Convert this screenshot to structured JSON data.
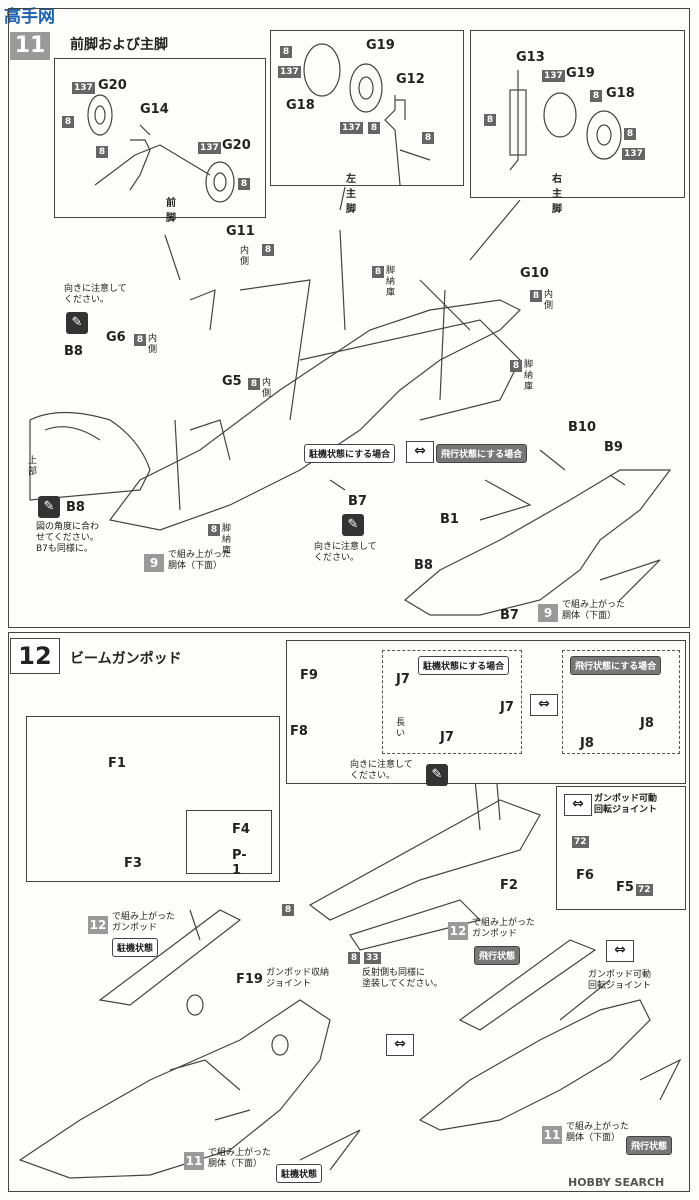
{
  "watermark": {
    "text": "高手网"
  },
  "step11": {
    "number": "11",
    "title": "前脚および主脚",
    "detail_front": {
      "caption": "前脚",
      "parts": [
        "G20",
        "G14",
        "G20"
      ],
      "color_a": "137",
      "color_b": "8"
    },
    "detail_left": {
      "caption": "左主脚",
      "parts": [
        "G19",
        "G12",
        "G18"
      ],
      "color_a": "137",
      "color_b": "8"
    },
    "detail_right": {
      "caption": "右主脚",
      "parts": [
        "G13",
        "G19",
        "G18"
      ],
      "color_a": "137",
      "color_b": "8"
    },
    "labels": {
      "g11": "G11",
      "g11_note": "内側",
      "bay1": "脚納庫",
      "g10": "G10",
      "g10_note": "内側",
      "bay2": "脚納庫",
      "g6": "G6",
      "g6_note": "内側",
      "g5": "G5",
      "g5_note": "内側",
      "b8": "B8",
      "b8b": "B8",
      "bay3": "脚納庫",
      "b7": "B7",
      "caution1": "向きに注意して\nください。",
      "caution2": "向きに注意して\nください。",
      "angle_note": "図の角度に合わ\nせてください。\nB7も同様に。",
      "up": "上部",
      "body_note": "で組み上がった\n胴体（下面）",
      "body_num": "9",
      "parked": "駐機状態にする場合",
      "flight": "飛行状態にする場合",
      "b10": "B10",
      "b9": "B9",
      "b1": "B1",
      "b8c": "B8",
      "b7b": "B7",
      "body_note2": "で組み上がった\n胴体（下面）",
      "body_num2": "9",
      "chip8": "8",
      "chip137": "137"
    }
  },
  "step12": {
    "number": "12",
    "title": "ビームガンポッド",
    "labels": {
      "f9": "F9",
      "f8": "F8",
      "j7": "J7",
      "j7b": "J7",
      "j7c": "J7",
      "long": "長い",
      "parked": "駐機状態にする場合",
      "flight": "飛行状態にする場合",
      "j8": "J8",
      "j8b": "J8",
      "caution": "向きに注意して\nください。",
      "f1": "F1",
      "f3": "F3",
      "f4": "F4",
      "p1": "P-1",
      "f2": "F2",
      "joint_title": "ガンポッド可動\n回転ジョイント",
      "f6": "F6",
      "f5": "F5",
      "chip72": "72",
      "chip8": "8",
      "chip33": "33",
      "reflect": "反射側も同様に\n塗装してください。",
      "gunpod_note": "で組み上がった\nガンポッド",
      "gunpod_num": "12",
      "tag_parked": "駐機状態",
      "tag_flight": "飛行状態",
      "f19": "F19",
      "f19_note": "ガンポッド収納\nジョイント",
      "gunpod_note2": "で組み上がった\nガンポッド",
      "gunpod_num2": "12",
      "joint_note": "ガンポッド可動\n回転ジョイント",
      "body_note": "で組み上がった\n胴体（下面）",
      "body_num": "11",
      "body_note2": "で組み上がった\n胴体（下面）",
      "body_num2": "11",
      "tag_parked2": "駐機状態",
      "tag_flight2": "飛行状態"
    }
  },
  "footer": {
    "brand": "HOBBY SEARCH"
  }
}
